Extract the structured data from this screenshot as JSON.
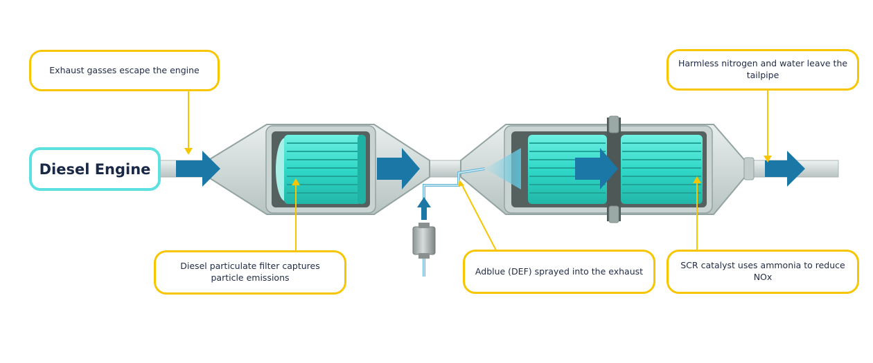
{
  "engine": {
    "label": "Diesel Engine"
  },
  "callouts": {
    "exhaust": "Exhaust gasses escape the engine",
    "dpf": "Diesel particulate filter captures particle emissions",
    "adblue": "Adblue (DEF) sprayed into the exhaust",
    "tailpipe": "Harmless nitrogen and water leave the tailpipe",
    "scr": "SCR catalyst uses ammonia to reduce NOx"
  },
  "colors": {
    "callout_border": "#f7c600",
    "engine_border": "#5de0e0",
    "flow_arrow": "#1b77a6",
    "filter_cyan": "#34e0cf",
    "pipe": "#d6dedd"
  }
}
